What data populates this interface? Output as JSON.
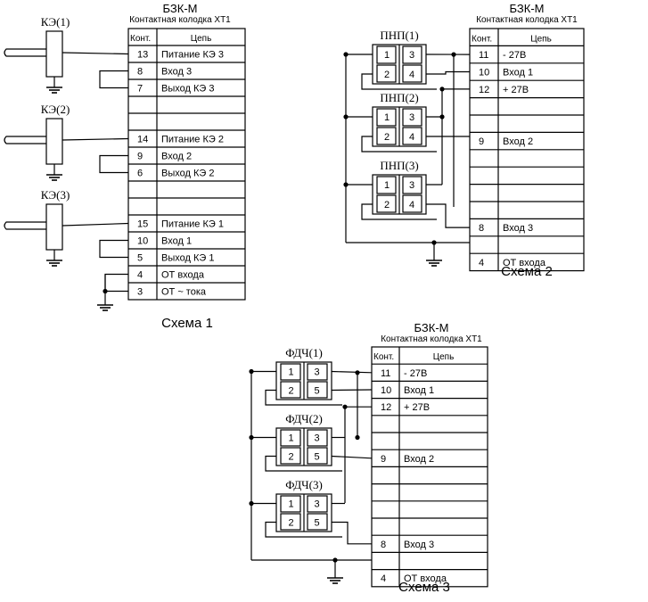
{
  "header": {
    "col_pin": "Конт.",
    "col_circuit": "Цепь",
    "device": "БЗК-М",
    "block": "Контактная колодка XT1"
  },
  "scheme1": {
    "caption": "Схема 1",
    "sensors": [
      "КЭ(1)",
      "КЭ(2)",
      "КЭ(3)"
    ],
    "rows": [
      {
        "pin": "13",
        "label": "Питание КЭ 3"
      },
      {
        "pin": "8",
        "label": "Вход 3"
      },
      {
        "pin": "7",
        "label": "Выход КЭ 3"
      },
      {
        "pin": "",
        "label": ""
      },
      {
        "pin": "",
        "label": ""
      },
      {
        "pin": "14",
        "label": "Питание КЭ 2"
      },
      {
        "pin": "9",
        "label": "Вход 2"
      },
      {
        "pin": "6",
        "label": "Выход КЭ 2"
      },
      {
        "pin": "",
        "label": ""
      },
      {
        "pin": "",
        "label": ""
      },
      {
        "pin": "15",
        "label": "Питание КЭ 1"
      },
      {
        "pin": "10",
        "label": "Вход 1"
      },
      {
        "pin": "5",
        "label": "Выход КЭ 1"
      },
      {
        "pin": "4",
        "label": "ОТ входа"
      },
      {
        "pin": "3",
        "label": "ОТ ~ тока"
      }
    ]
  },
  "scheme2": {
    "caption": "Схема 2",
    "devices": [
      {
        "name": "ПНП(1)",
        "pins": [
          "1",
          "2",
          "3",
          "4"
        ]
      },
      {
        "name": "ПНП(2)",
        "pins": [
          "1",
          "2",
          "3",
          "4"
        ]
      },
      {
        "name": "ПНП(3)",
        "pins": [
          "1",
          "2",
          "3",
          "4"
        ]
      }
    ],
    "rows": [
      {
        "pin": "11",
        "label": "- 27В"
      },
      {
        "pin": "10",
        "label": "Вход 1"
      },
      {
        "pin": "12",
        "label": "+ 27В"
      },
      {
        "pin": "",
        "label": ""
      },
      {
        "pin": "",
        "label": ""
      },
      {
        "pin": "9",
        "label": "Вход 2"
      },
      {
        "pin": "",
        "label": ""
      },
      {
        "pin": "",
        "label": ""
      },
      {
        "pin": "",
        "label": ""
      },
      {
        "pin": "",
        "label": ""
      },
      {
        "pin": "8",
        "label": "Вход 3"
      },
      {
        "pin": "",
        "label": ""
      },
      {
        "pin": "4",
        "label": "ОТ входа"
      }
    ]
  },
  "scheme3": {
    "caption": "Схема 3",
    "devices": [
      {
        "name": "ФДЧ(1)",
        "pins": [
          "1",
          "2",
          "3",
          "5"
        ]
      },
      {
        "name": "ФДЧ(2)",
        "pins": [
          "1",
          "2",
          "3",
          "5"
        ]
      },
      {
        "name": "ФДЧ(3)",
        "pins": [
          "1",
          "2",
          "3",
          "5"
        ]
      }
    ],
    "rows": [
      {
        "pin": "11",
        "label": "- 27В"
      },
      {
        "pin": "10",
        "label": "Вход 1"
      },
      {
        "pin": "12",
        "label": "+ 27В"
      },
      {
        "pin": "",
        "label": ""
      },
      {
        "pin": "",
        "label": ""
      },
      {
        "pin": "9",
        "label": "Вход 2"
      },
      {
        "pin": "",
        "label": ""
      },
      {
        "pin": "",
        "label": ""
      },
      {
        "pin": "",
        "label": ""
      },
      {
        "pin": "",
        "label": ""
      },
      {
        "pin": "8",
        "label": "Вход 3"
      },
      {
        "pin": "",
        "label": ""
      },
      {
        "pin": "4",
        "label": "ОТ входа"
      }
    ]
  }
}
